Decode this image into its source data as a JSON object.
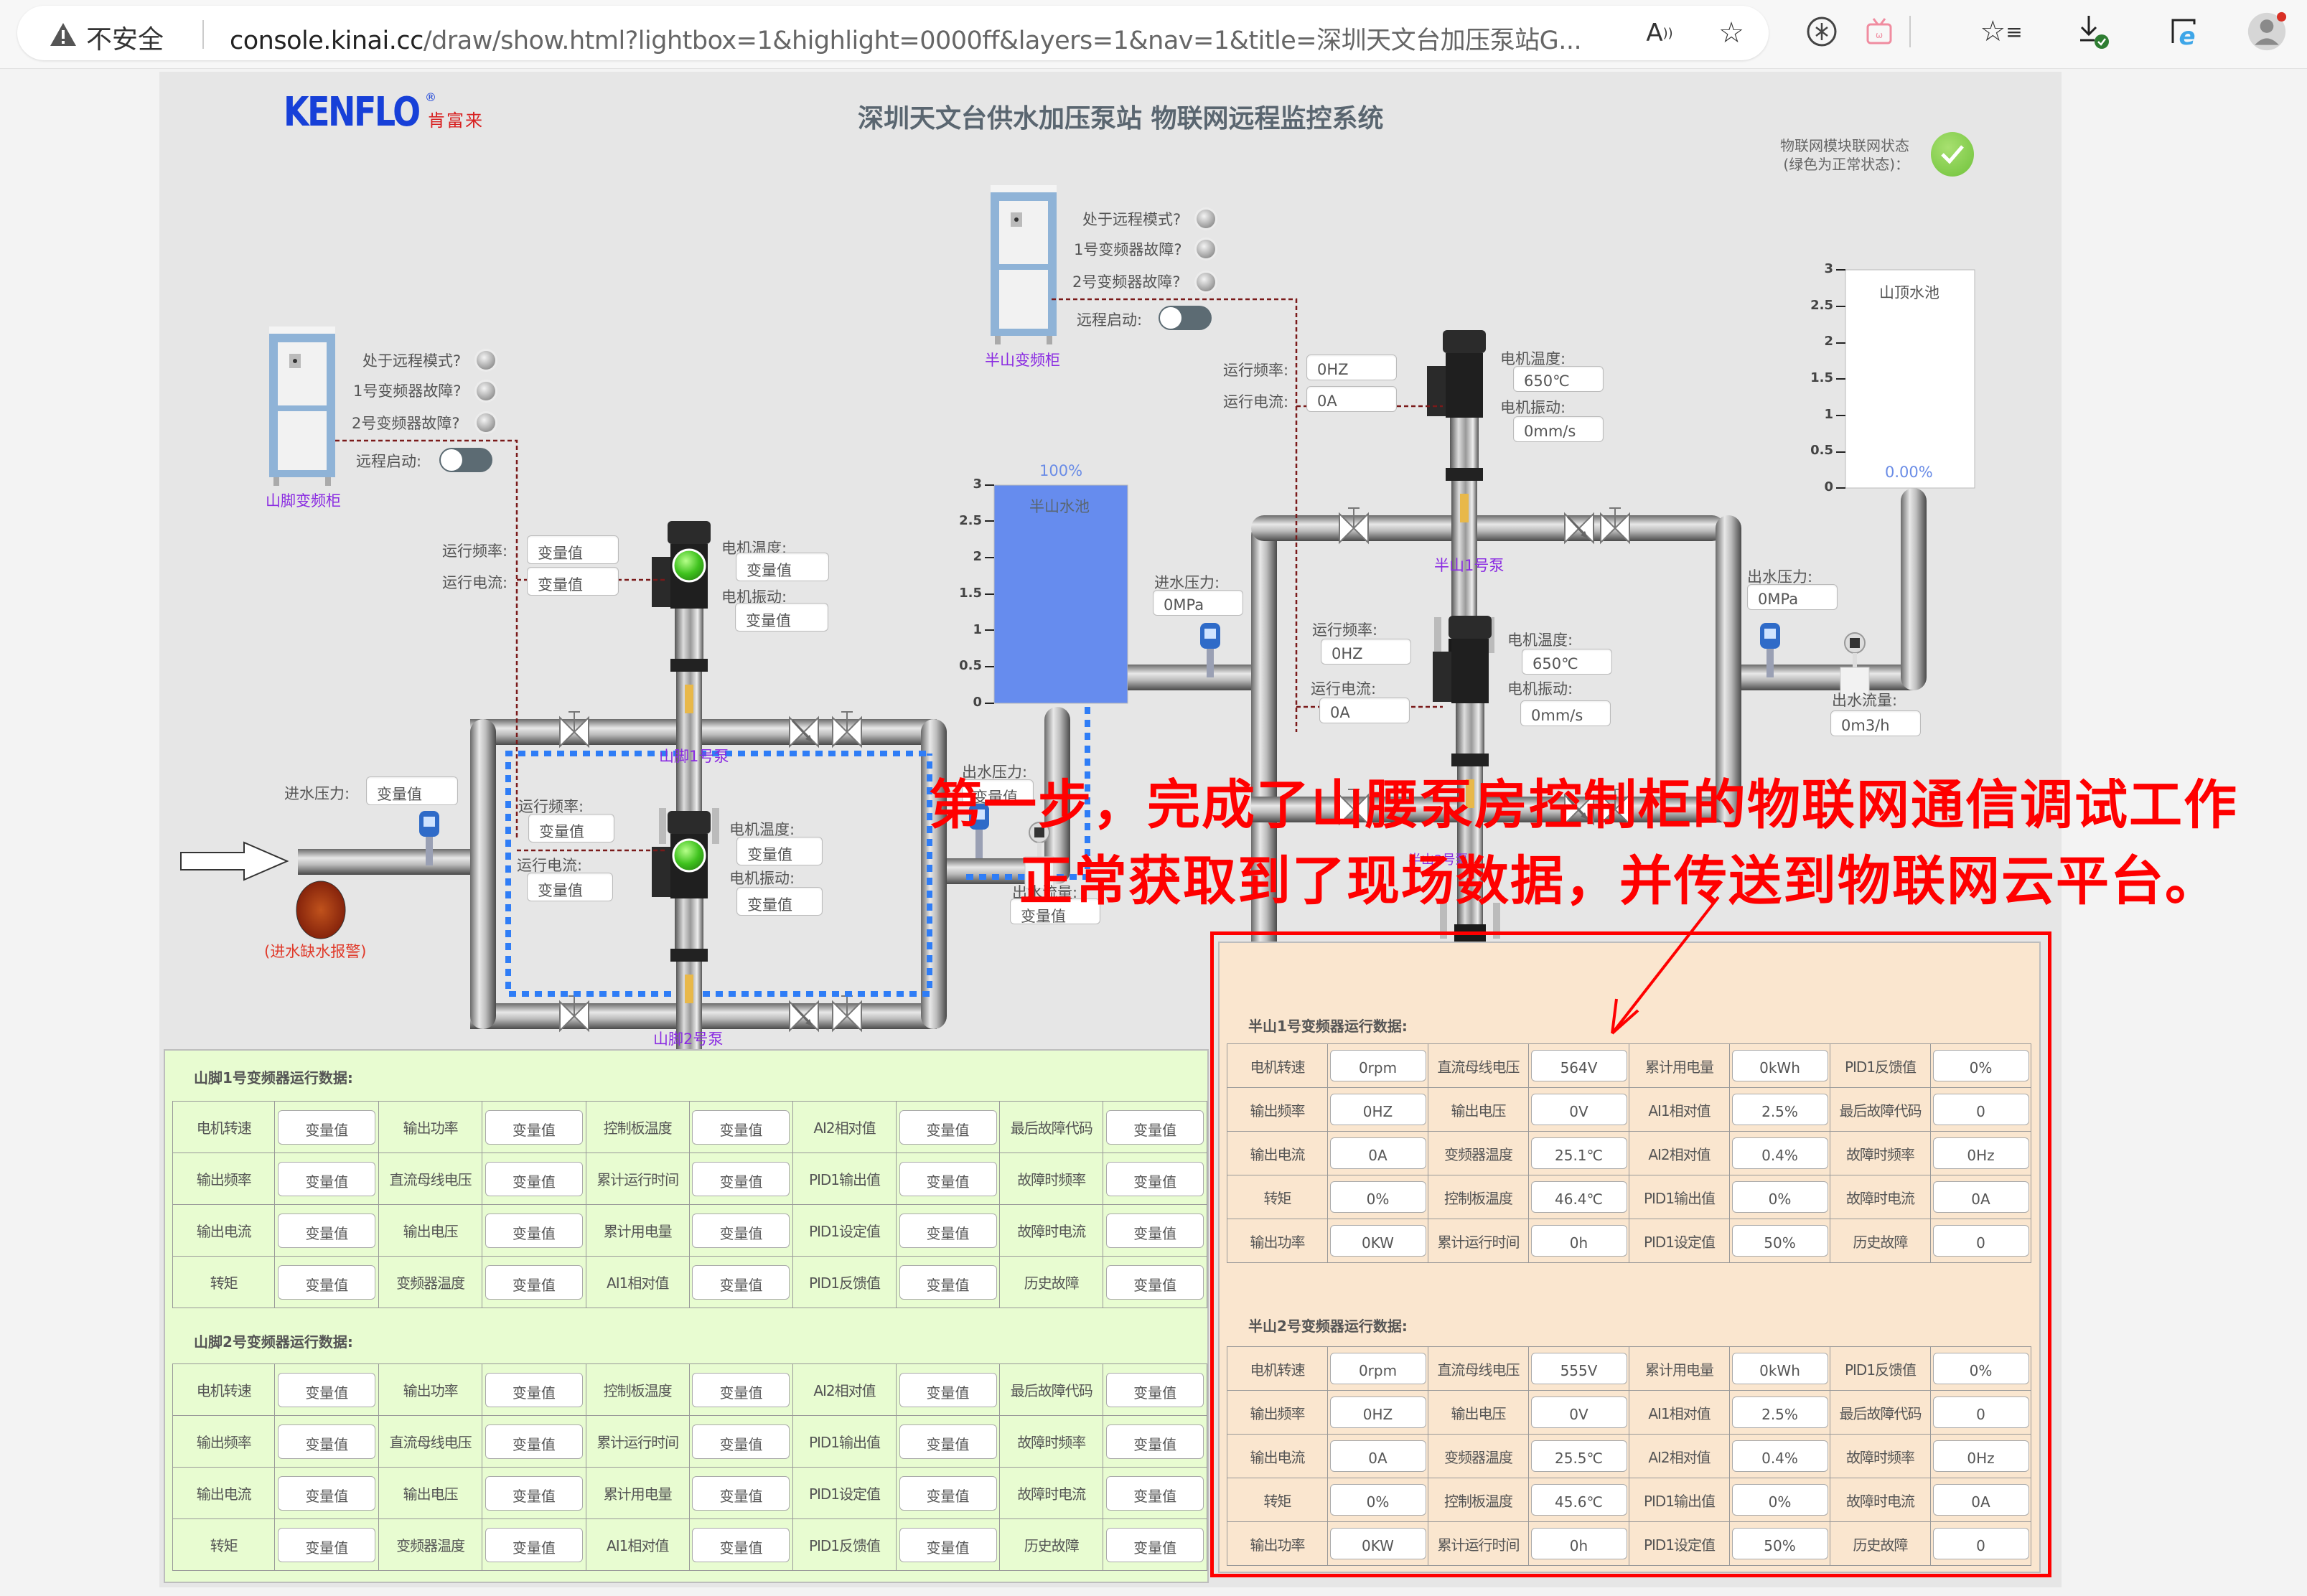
{
  "browser": {
    "security_label": "不安全",
    "url_host": "console.kinai.cc",
    "url_path": "/draw/show.html?lightbox=1&highlight=0000ff&layers=1&nav=1&title=深圳天文台加压泵站G...",
    "toolbar_icons": [
      "read-aloud-icon",
      "favorite-star-icon",
      "extension-icon",
      "bilibili-icon",
      "favorites-list-icon",
      "downloads-icon",
      "ie-mode-icon",
      "profile-avatar"
    ]
  },
  "header": {
    "logo_text": "KENFLO",
    "logo_reg": "®",
    "logo_cn": "肯富来",
    "title": "深圳天文台供水加压泵站 物联网远程监控系统",
    "iot_status_line1": "物联网模块联网状态",
    "iot_status_line2": "(绿色为正常状态)：",
    "iot_status_color": "#6fc23a"
  },
  "shanjiao_cabinet": {
    "label": "山脚变频柜",
    "remote_mode_label": "处于远程模式?",
    "vfd1_fault_label": "1号变频器故障?",
    "vfd2_fault_label": "2号变频器故障?",
    "remote_start_label": "远程启动:"
  },
  "banshan_cabinet": {
    "label": "半山变频柜",
    "remote_mode_label": "处于远程模式?",
    "vfd1_fault_label": "1号变频器故障?",
    "vfd2_fault_label": "2号变频器故障?",
    "remote_start_label": "远程启动:"
  },
  "shanjiao_inlet": {
    "pressure_label": "进水压力:",
    "pressure_value": "变量值",
    "alarm_label": "(进水缺水报警)",
    "alarm_color": "#b33a1a"
  },
  "shanjiao_pump1": {
    "name": "山脚1号泵",
    "freq_label": "运行频率:",
    "freq_value": "变量值",
    "current_label": "运行电流:",
    "current_value": "变量值",
    "temp_label": "电机温度:",
    "temp_value": "变量值",
    "vib_label": "电机振动:",
    "vib_value": "变量值"
  },
  "shanjiao_pump2": {
    "name": "山脚2号泵",
    "freq_label": "运行频率:",
    "freq_value": "变量值",
    "current_label": "运行电流:",
    "current_value": "变量值",
    "temp_label": "电机温度:",
    "temp_value": "变量值",
    "vib_label": "电机振动:",
    "vib_value": "变量值"
  },
  "shanjiao_outlet": {
    "pressure_label": "出水压力:",
    "pressure_value": "变量值",
    "flow_label": "出水流量:",
    "flow_value": "变量值"
  },
  "banshan_tank": {
    "name": "半山水池",
    "level_percent": "100%",
    "level_fraction": 1.0,
    "axis_ticks": [
      "3",
      "2.5",
      "2",
      "1.5",
      "1",
      "0.5",
      "0"
    ],
    "fill_color": "#668cee"
  },
  "banshan_inlet": {
    "pressure_label": "进水压力:",
    "pressure_value": "0MPa"
  },
  "banshan_pump1": {
    "name": "半山1号泵",
    "freq_label": "运行频率:",
    "freq_value": "0HZ",
    "current_label": "运行电流:",
    "current_value": "0A",
    "temp_label": "电机温度:",
    "temp_value": "650℃",
    "vib_label": "电机振动:",
    "vib_value": "0mm/s"
  },
  "banshan_pump2": {
    "name": "半山2号泵",
    "freq_label": "运行频率:",
    "freq_value": "0HZ",
    "current_label": "运行电流:",
    "current_value": "0A",
    "temp_label": "电机温度:",
    "temp_value": "650℃",
    "vib_label": "电机振动:",
    "vib_value": "0mm/s"
  },
  "banshan_outlet": {
    "pressure_label": "出水压力:",
    "pressure_value": "0MPa",
    "flow_label": "出水流量:",
    "flow_value": "0m3/h"
  },
  "summit_tank": {
    "name": "山顶水池",
    "level_percent": "0.00%",
    "level_fraction": 0.0,
    "axis_ticks": [
      "3",
      "2.5",
      "2",
      "1.5",
      "1",
      "0.5",
      "0"
    ]
  },
  "panels": {
    "shanjiao_vfd1": {
      "title": "山脚1号变频器运行数据:",
      "rows": [
        [
          [
            "电机转速",
            "变量值"
          ],
          [
            "输出功率",
            "变量值"
          ],
          [
            "控制板温度",
            "变量值"
          ],
          [
            "AI2相对值",
            "变量值"
          ],
          [
            "最后故障代码",
            "变量值"
          ]
        ],
        [
          [
            "输出频率",
            "变量值"
          ],
          [
            "直流母线电压",
            "变量值"
          ],
          [
            "累计运行时间",
            "变量值"
          ],
          [
            "PID1输出值",
            "变量值"
          ],
          [
            "故障时频率",
            "变量值"
          ]
        ],
        [
          [
            "输出电流",
            "变量值"
          ],
          [
            "输出电压",
            "变量值"
          ],
          [
            "累计用电量",
            "变量值"
          ],
          [
            "PID1设定值",
            "变量值"
          ],
          [
            "故障时电流",
            "变量值"
          ]
        ],
        [
          [
            "转矩",
            "变量值"
          ],
          [
            "变频器温度",
            "变量值"
          ],
          [
            "AI1相对值",
            "变量值"
          ],
          [
            "PID1反馈值",
            "变量值"
          ],
          [
            "历史故障",
            "变量值"
          ]
        ]
      ]
    },
    "shanjiao_vfd2": {
      "title": "山脚2号变频器运行数据:",
      "rows": [
        [
          [
            "电机转速",
            "变量值"
          ],
          [
            "输出功率",
            "变量值"
          ],
          [
            "控制板温度",
            "变量值"
          ],
          [
            "AI2相对值",
            "变量值"
          ],
          [
            "最后故障代码",
            "变量值"
          ]
        ],
        [
          [
            "输出频率",
            "变量值"
          ],
          [
            "直流母线电压",
            "变量值"
          ],
          [
            "累计运行时间",
            "变量值"
          ],
          [
            "PID1输出值",
            "变量值"
          ],
          [
            "故障时频率",
            "变量值"
          ]
        ],
        [
          [
            "输出电流",
            "变量值"
          ],
          [
            "输出电压",
            "变量值"
          ],
          [
            "累计用电量",
            "变量值"
          ],
          [
            "PID1设定值",
            "变量值"
          ],
          [
            "故障时电流",
            "变量值"
          ]
        ],
        [
          [
            "转矩",
            "变量值"
          ],
          [
            "变频器温度",
            "变量值"
          ],
          [
            "AI1相对值",
            "变量值"
          ],
          [
            "PID1反馈值",
            "变量值"
          ],
          [
            "历史故障",
            "变量值"
          ]
        ]
      ]
    },
    "banshan_vfd1": {
      "title": "半山1号变频器运行数据:",
      "rows": [
        [
          [
            "电机转速",
            "0rpm"
          ],
          [
            "直流母线电压",
            "564V"
          ],
          [
            "累计用电量",
            "0kWh"
          ],
          [
            "PID1反馈值",
            "0%"
          ]
        ],
        [
          [
            "输出频率",
            "0HZ"
          ],
          [
            "输出电压",
            "0V"
          ],
          [
            "AI1相对值",
            "2.5%"
          ],
          [
            "最后故障代码",
            "0"
          ]
        ],
        [
          [
            "输出电流",
            "0A"
          ],
          [
            "变频器温度",
            "25.1℃"
          ],
          [
            "AI2相对值",
            "0.4%"
          ],
          [
            "故障时频率",
            "0Hz"
          ]
        ],
        [
          [
            "转矩",
            "0%"
          ],
          [
            "控制板温度",
            "46.4℃"
          ],
          [
            "PID1输出值",
            "0%"
          ],
          [
            "故障时电流",
            "0A"
          ]
        ],
        [
          [
            "输出功率",
            "0KW"
          ],
          [
            "累计运行时间",
            "0h"
          ],
          [
            "PID1设定值",
            "50%"
          ],
          [
            "历史故障",
            "0"
          ]
        ]
      ]
    },
    "banshan_vfd2": {
      "title": "半山2号变频器运行数据:",
      "rows": [
        [
          [
            "电机转速",
            "0rpm"
          ],
          [
            "直流母线电压",
            "555V"
          ],
          [
            "累计用电量",
            "0kWh"
          ],
          [
            "PID1反馈值",
            "0%"
          ]
        ],
        [
          [
            "输出频率",
            "0HZ"
          ],
          [
            "输出电压",
            "0V"
          ],
          [
            "AI1相对值",
            "2.5%"
          ],
          [
            "最后故障代码",
            "0"
          ]
        ],
        [
          [
            "输出电流",
            "0A"
          ],
          [
            "变频器温度",
            "25.5℃"
          ],
          [
            "AI2相对值",
            "0.4%"
          ],
          [
            "故障时频率",
            "0Hz"
          ]
        ],
        [
          [
            "转矩",
            "0%"
          ],
          [
            "控制板温度",
            "45.6℃"
          ],
          [
            "PID1输出值",
            "0%"
          ],
          [
            "故障时电流",
            "0A"
          ]
        ],
        [
          [
            "输出功率",
            "0KW"
          ],
          [
            "累计运行时间",
            "0h"
          ],
          [
            "PID1设定值",
            "50%"
          ],
          [
            "历史故障",
            "0"
          ]
        ]
      ]
    }
  },
  "annotation": {
    "line1": "第一步，完成了山腰泵房控制柜的物联网通信调试工作",
    "line2": "正常获取到了现场数据，并传送到物联网云平台。",
    "color": "#ff0000"
  }
}
